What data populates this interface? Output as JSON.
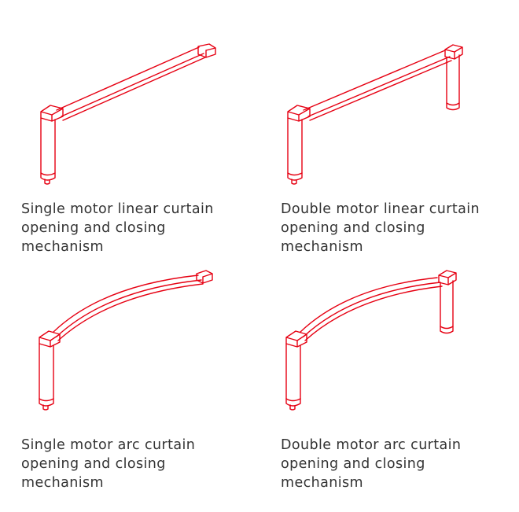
{
  "accent_color": "#e60012",
  "text_color": "#333333",
  "items": [
    {
      "icon": "single-motor-linear-track-icon",
      "caption": [
        "Single motor linear curtain",
        "opening and closing",
        "mechanism"
      ]
    },
    {
      "icon": "double-motor-linear-track-icon",
      "caption": [
        "Double motor linear curtain",
        "opening and closing",
        "mechanism"
      ]
    },
    {
      "icon": "single-motor-arc-track-icon",
      "caption": [
        "Single motor arc curtain",
        "opening and closing",
        "mechanism"
      ]
    },
    {
      "icon": "double-motor-arc-track-icon",
      "caption": [
        "Double motor arc curtain",
        "opening and closing",
        "mechanism"
      ]
    }
  ]
}
